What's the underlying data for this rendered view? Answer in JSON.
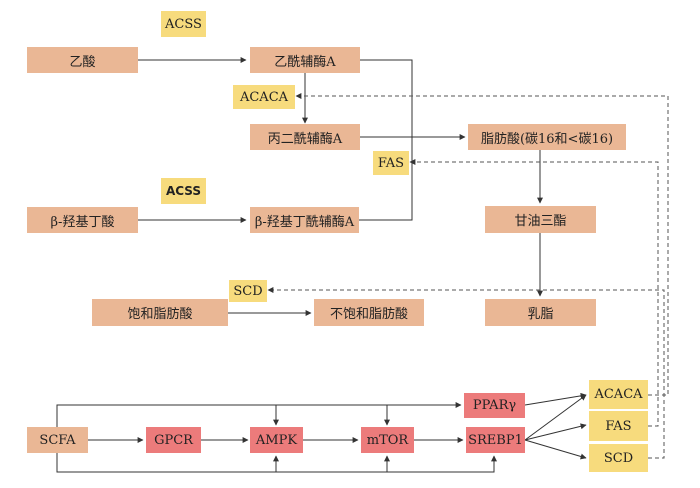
{
  "nodes": {
    "acetate": "乙酸",
    "acss_1": "ACSS",
    "acetyl_coa": "乙酰辅酶A",
    "acaca_top": "ACACA",
    "malonyl_coa": "丙二酰辅酶A",
    "fatty_acids": "脂肪酸(碳16和<碳16)",
    "fas_mid": "FAS",
    "acss_2": "ACSS",
    "bhba": "β-羟基丁酸",
    "bhb_coa": "β-羟基丁酰辅酶A",
    "triglyceride": "甘油三酯",
    "scd_mid": "SCD",
    "sat_fa": "饱和脂肪酸",
    "unsat_fa": "不饱和脂肪酸",
    "milk_fat": "乳脂",
    "scfa": "SCFA",
    "gpcr": "GPCR",
    "ampk": "AMPK",
    "mtor": "mTOR",
    "srebp1": "SREBP1",
    "pparg": "PPARγ",
    "acaca_bot": "ACACA",
    "fas_bot": "FAS",
    "scd_bot": "SCD"
  },
  "colors": {
    "metabolite": "#eab795",
    "enzyme": "#f7db7d",
    "signaling": "#ec7b7b"
  }
}
